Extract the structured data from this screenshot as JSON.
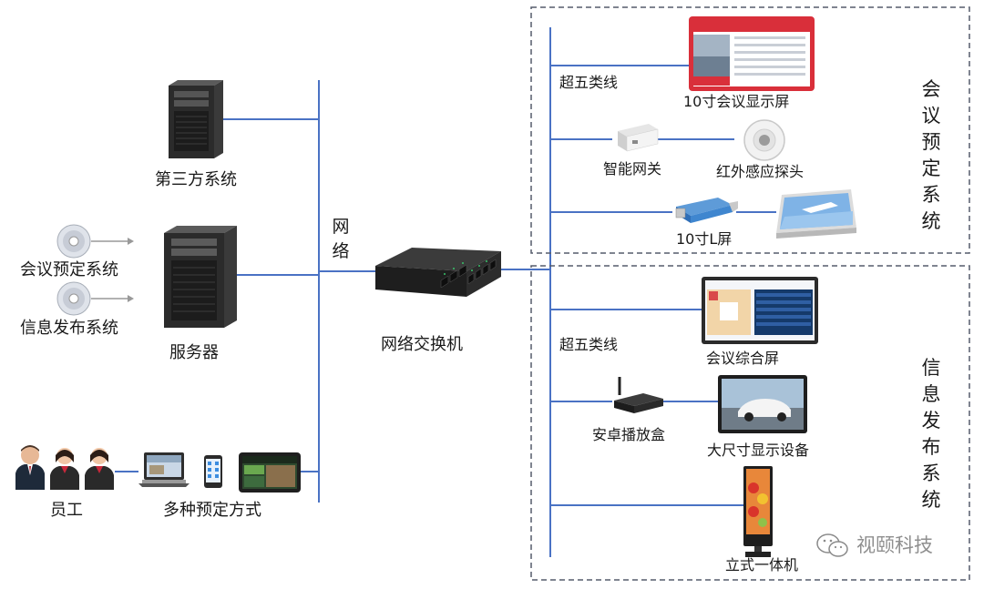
{
  "left": {
    "third_party": "第三方系统",
    "booking_system": "会议预定系统",
    "info_system": "信息发布系统",
    "server": "服务器",
    "staff": "员工",
    "booking_methods": "多种预定方式"
  },
  "center": {
    "network": "网络",
    "switch": "网络交换机"
  },
  "top_group": {
    "title": "会议预定系统",
    "cable": "超五类线",
    "display10": "10寸会议显示屏",
    "gateway": "智能网关",
    "ir_sensor": "红外感应探头",
    "lscreen": "10寸L屏"
  },
  "bottom_group": {
    "title": "信息发布系统",
    "cable": "超五类线",
    "meeting_screen": "会议综合屏",
    "android_box": "安卓播放盒",
    "large_display": "大尺寸显示设备",
    "kiosk": "立式一体机"
  },
  "watermark": "视颐科技",
  "colors": {
    "line": "#4a72c4",
    "dashed": "#555c6b"
  }
}
